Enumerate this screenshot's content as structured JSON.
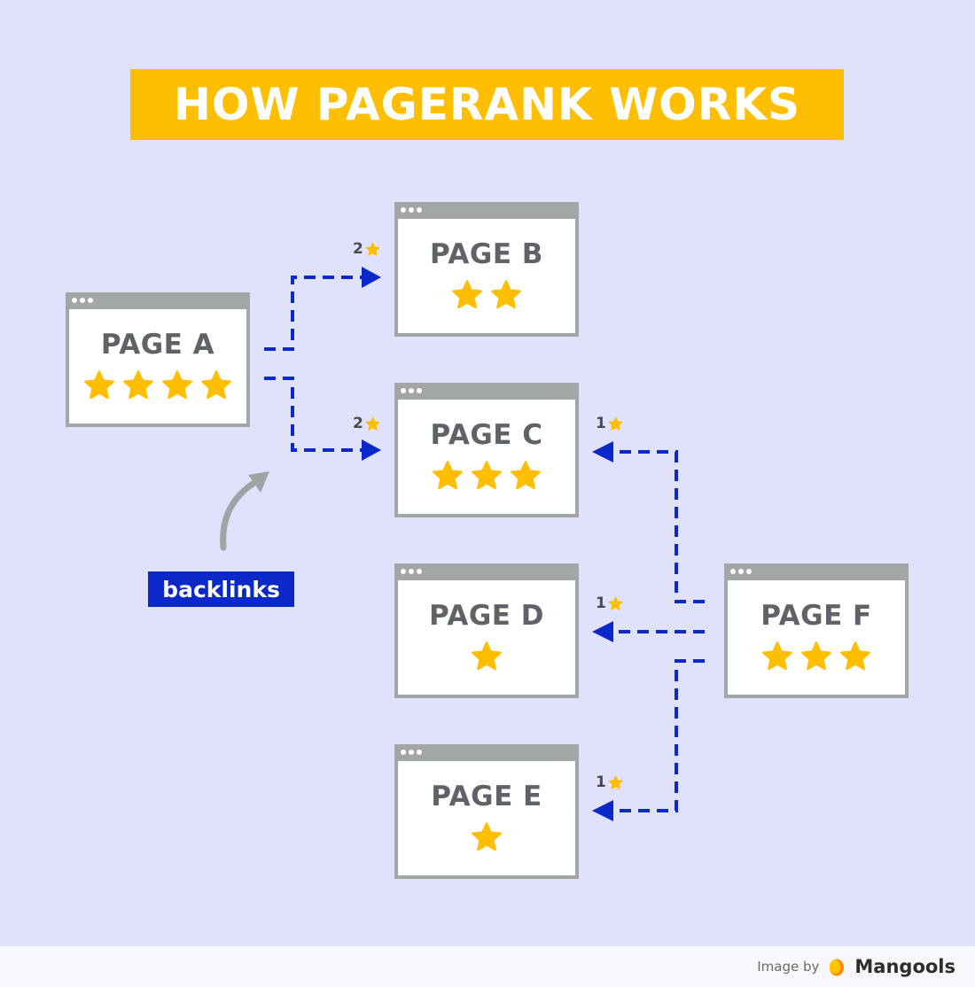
{
  "title": "HOW PAGERANK WORKS",
  "colors": {
    "background": "#dfe1fd",
    "title_banner": "#ffbe00",
    "star": "#ffbe00",
    "arrow": "#0a29c8",
    "backlinks_tag": "#0a29c8",
    "window_frame": "#a3a6a6"
  },
  "pages": [
    {
      "id": "a",
      "label": "PAGE A",
      "stars": 4
    },
    {
      "id": "b",
      "label": "PAGE B",
      "stars": 2
    },
    {
      "id": "c",
      "label": "PAGE C",
      "stars": 3
    },
    {
      "id": "d",
      "label": "PAGE D",
      "stars": 1
    },
    {
      "id": "e",
      "label": "PAGE E",
      "stars": 1
    },
    {
      "id": "f",
      "label": "PAGE F",
      "stars": 3
    }
  ],
  "links": [
    {
      "from": "PAGE A",
      "to": "PAGE B",
      "passed_value": "2"
    },
    {
      "from": "PAGE A",
      "to": "PAGE C",
      "passed_value": "2"
    },
    {
      "from": "PAGE F",
      "to": "PAGE C",
      "passed_value": "1"
    },
    {
      "from": "PAGE F",
      "to": "PAGE D",
      "passed_value": "1"
    },
    {
      "from": "PAGE F",
      "to": "PAGE E",
      "passed_value": "1"
    }
  ],
  "backlinks_label": "backlinks",
  "footer": {
    "credit_text": "Image by",
    "brand": "Mangools"
  },
  "icons": {
    "star": "star-icon",
    "window_dots": "window-dots-icon",
    "curved_arrow": "curved-arrow-icon",
    "brand_logo": "mangools-logo-icon"
  }
}
